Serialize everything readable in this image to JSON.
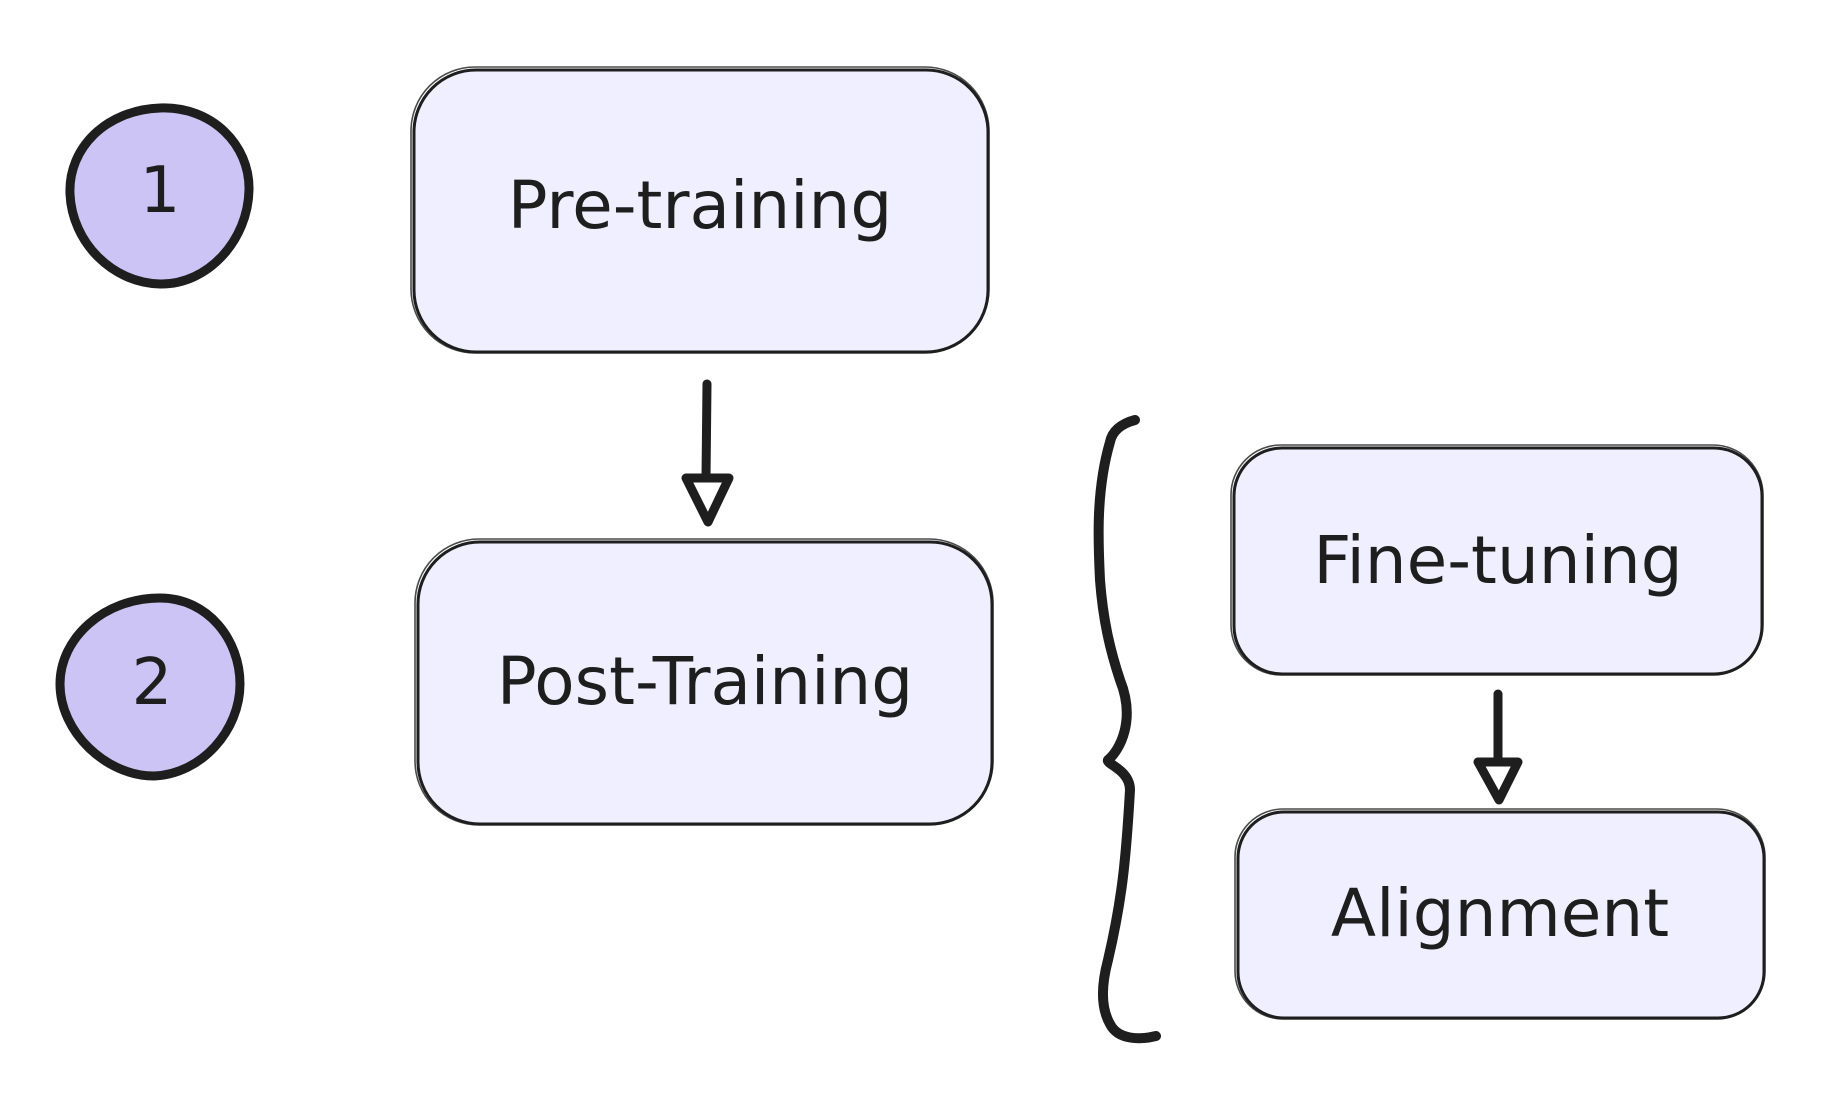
{
  "steps": [
    {
      "number": "1"
    },
    {
      "number": "2"
    }
  ],
  "boxes": {
    "pre_training": "Pre-training",
    "post_training": "Post-Training",
    "fine_tuning": "Fine-tuning",
    "alignment": "Alignment"
  },
  "colors": {
    "box_fill": "#f0efff",
    "circle_fill": "#cdc4f6",
    "stroke": "#1e1e1e",
    "background": "#ffffff"
  }
}
